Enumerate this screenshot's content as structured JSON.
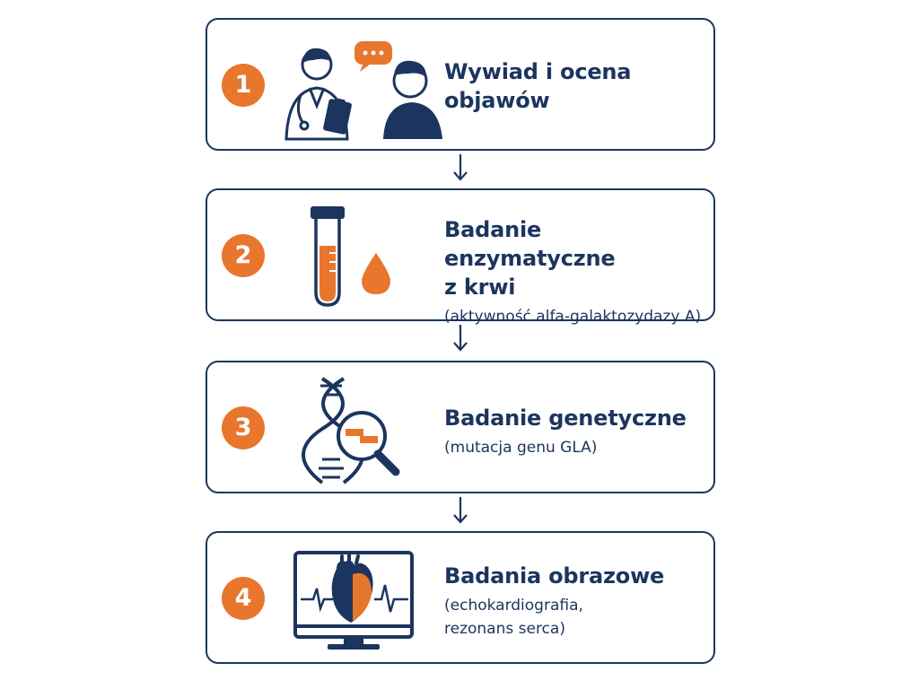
{
  "steps": [
    {
      "number": "1",
      "title": "Wywiad i ocena\nobjawów",
      "subtitle": ""
    },
    {
      "number": "2",
      "title": "Badanie enzymatyczne\nz krwi",
      "subtitle": "(aktywność alfa-galaktozydazy A)"
    },
    {
      "number": "3",
      "title": "Badanie genetyczne",
      "subtitle": "(mutacja genu GLA)"
    },
    {
      "number": "4",
      "title": "Badania obrazowe",
      "subtitle": "(echokardiografia,\nrezonans serca)"
    }
  ],
  "icons": [
    "doctor-patient-icon",
    "blood-test-tube-icon",
    "dna-magnifier-icon",
    "heart-monitor-icon"
  ],
  "colors": {
    "navy": "#1b355e",
    "orange": "#e8762d"
  }
}
